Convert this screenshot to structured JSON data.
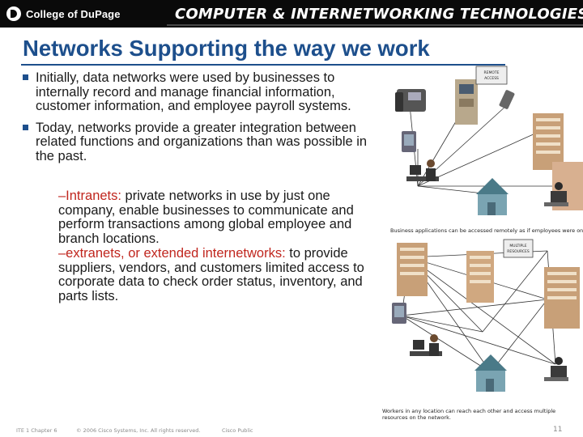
{
  "header": {
    "logo_text": "College of DuPage",
    "banner_title": "COMPUTER & INTERNETWORKING TECHNOLOGIES"
  },
  "slide": {
    "title": "Networks Supporting the way we work",
    "bullets": [
      "Initially, data networks were used by businesses to internally record and manage financial information, customer information, and employee payroll systems.",
      "Today, networks provide a greater integration between related functions and organizations than was possible in the past."
    ],
    "sub_items": [
      {
        "term": "–Intranets:",
        "text": " private networks in use by just one company, enable businesses to communicate and perform transactions among global employee and branch locations."
      },
      {
        "term": "–extranets, or extended internetworks:",
        "text": " to provide suppliers, vendors, and customers limited access to corporate data to check order status, inventory, and parts lists."
      }
    ]
  },
  "diagram": {
    "label_remote_access": "REMOTE ACCESS",
    "label_multiple_resources": "MULTIPLE RESOURCES",
    "caption_top": "Business applications can be accessed remotely as if employees were on site.",
    "caption_bottom": "Workers in any location can reach each other and access multiple resources on the network."
  },
  "footer": {
    "course": "ITE 1 Chapter 6",
    "copyright": "© 2006 Cisco Systems, Inc. All rights reserved.",
    "classification": "Cisco Public",
    "page_number": "11"
  },
  "colors": {
    "title": "#1d4f8c",
    "term": "#c0261e",
    "header_bg": "#0a0a0a"
  }
}
